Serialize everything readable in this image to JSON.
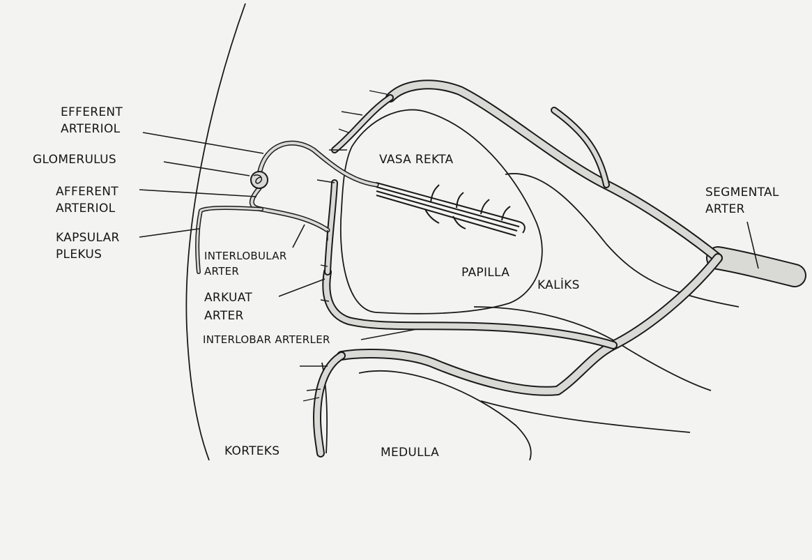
{
  "labels": {
    "efferent_line1": "EFFERENT",
    "efferent_line2": "ARTERIOL",
    "glomerulus": "GLOMERULUS",
    "afferent_line1": "AFFERENT",
    "afferent_line2": "ARTERIOL",
    "kapsular_line1": "KAPSULAR",
    "kapsular_line2": "PLEKUS",
    "interlobular_line1": "INTERLOBULAR",
    "interlobular_line2": "ARTER",
    "arkuat_line1": "ARKUAT",
    "arkuat_line2": "ARTER",
    "interlobar": "INTERLOBAR ARTERLER",
    "korteks": "KORTEKS",
    "medulla": "MEDULLA",
    "vasa_rekta": "VASA REKTA",
    "papilla": "PAPILLA",
    "kaliks": "KALİKS",
    "segmental_line1": "SEGMENTAL",
    "segmental_line2": "ARTER"
  },
  "colors": {
    "background": "#f3f3f1",
    "ink": "#1a1a1a",
    "vessel_fill": "#d9d9d5"
  }
}
